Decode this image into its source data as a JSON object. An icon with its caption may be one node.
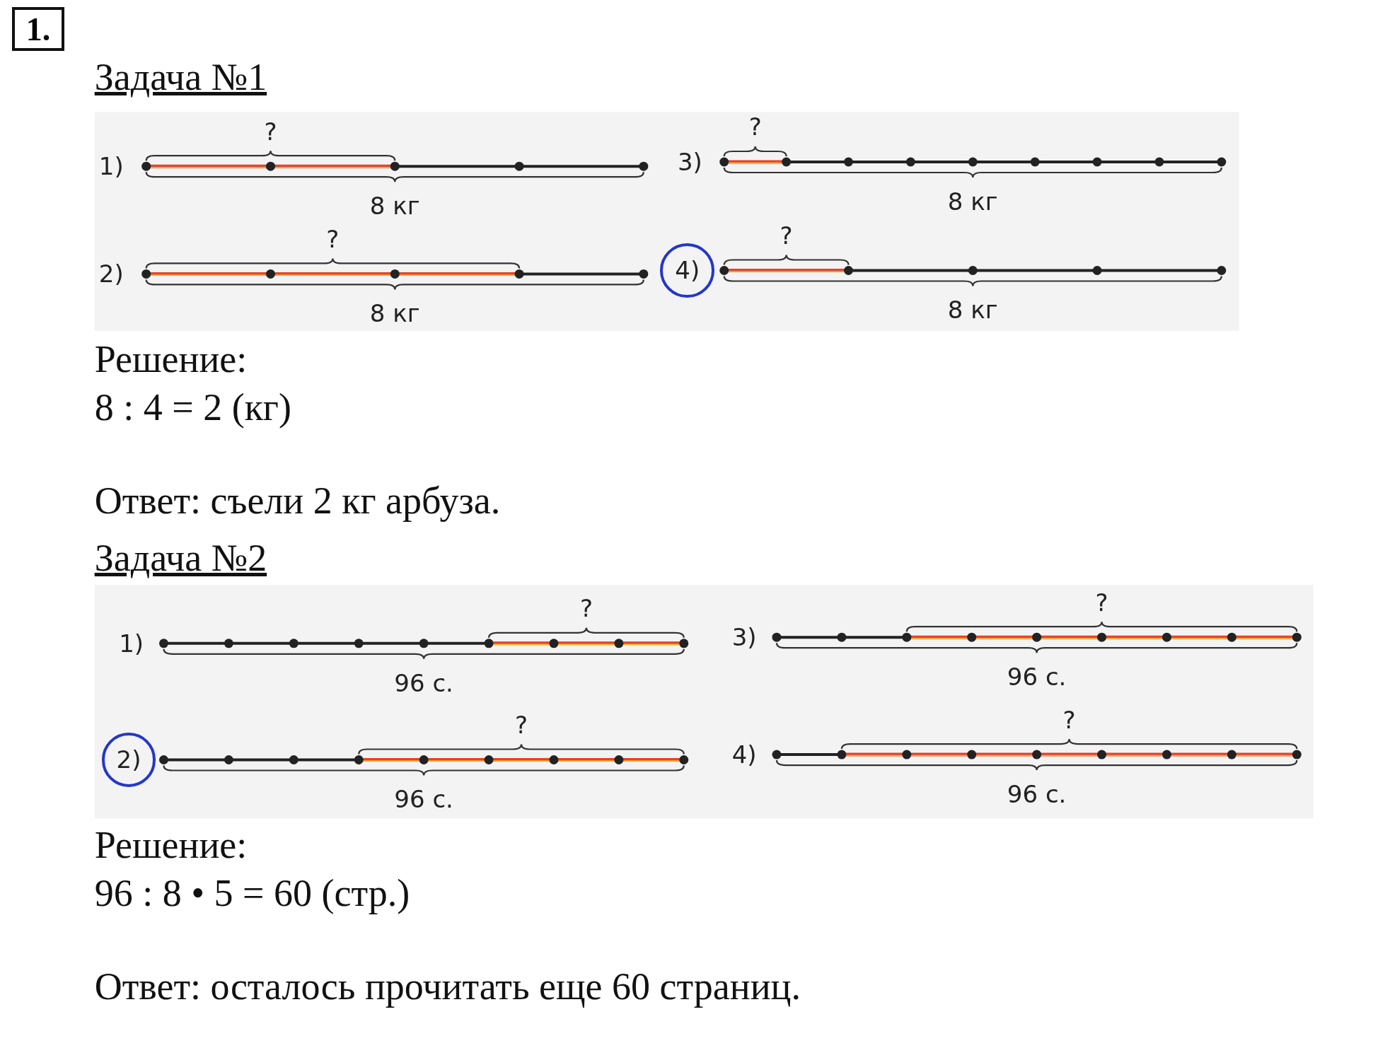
{
  "diagram": {
    "nodes": [
      {
        "text": [
          "1."
        ]
      },
      {
        "text": [
          "4)"
        ]
      },
      {
        "text": [
          "2)"
        ]
      }
    ],
    "labels": [
      "Задача №1",
      "1)",
      "?",
      "8 кг",
      "3)",
      "?",
      "8 кг",
      "2)",
      "?",
      "8 кг",
      "?",
      "8 кг",
      "Решение:",
      "8 : 4 = 2 (кг)",
      "Ответ: съели 2 кг арбуза.",
      "Задача №2",
      "1)",
      "?",
      "96 с.",
      "3)",
      "?",
      "96 с.",
      "?",
      "96 с.",
      "4)",
      "?",
      "96 с.",
      "Решение:",
      "96 : 8 • 5 = 60 (стр.)",
      "Ответ: осталось прочитать еще 60 страниц."
    ]
  }
}
